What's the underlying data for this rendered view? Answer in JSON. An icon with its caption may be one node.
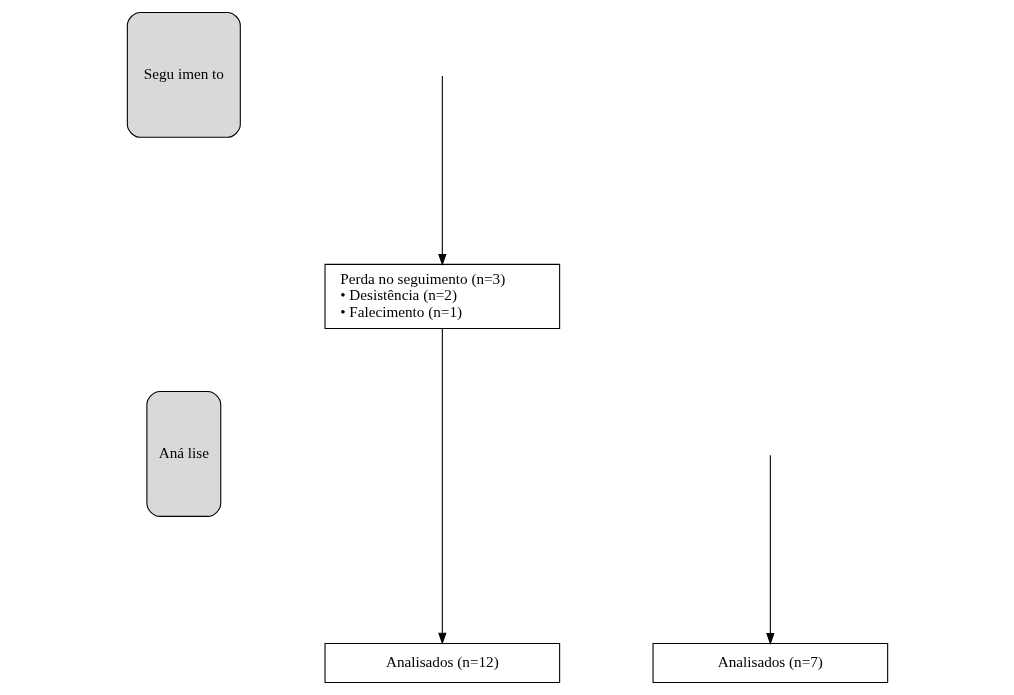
{
  "diagram": {
    "nodes": [
      {
        "text": [
          "Segu imen to"
        ]
      },
      {
        "text": [
          "Aná lise"
        ]
      },
      {
        "text": [
          "Perda no seguimento (n=3)",
          "• Desistência (n=2)",
          "• Falecimento (n=1)"
        ]
      },
      {
        "text": [
          "Analisados (n=12)"
        ]
      },
      {
        "text": [
          "Analisados (n=7)"
        ]
      }
    ],
    "edges": [
      {
        "from": null,
        "to": 2,
        "arrow": "to"
      },
      {
        "from": 2,
        "to": 3,
        "arrow": "to"
      },
      {
        "from": null,
        "to": 4,
        "arrow": "to"
      }
    ]
  }
}
